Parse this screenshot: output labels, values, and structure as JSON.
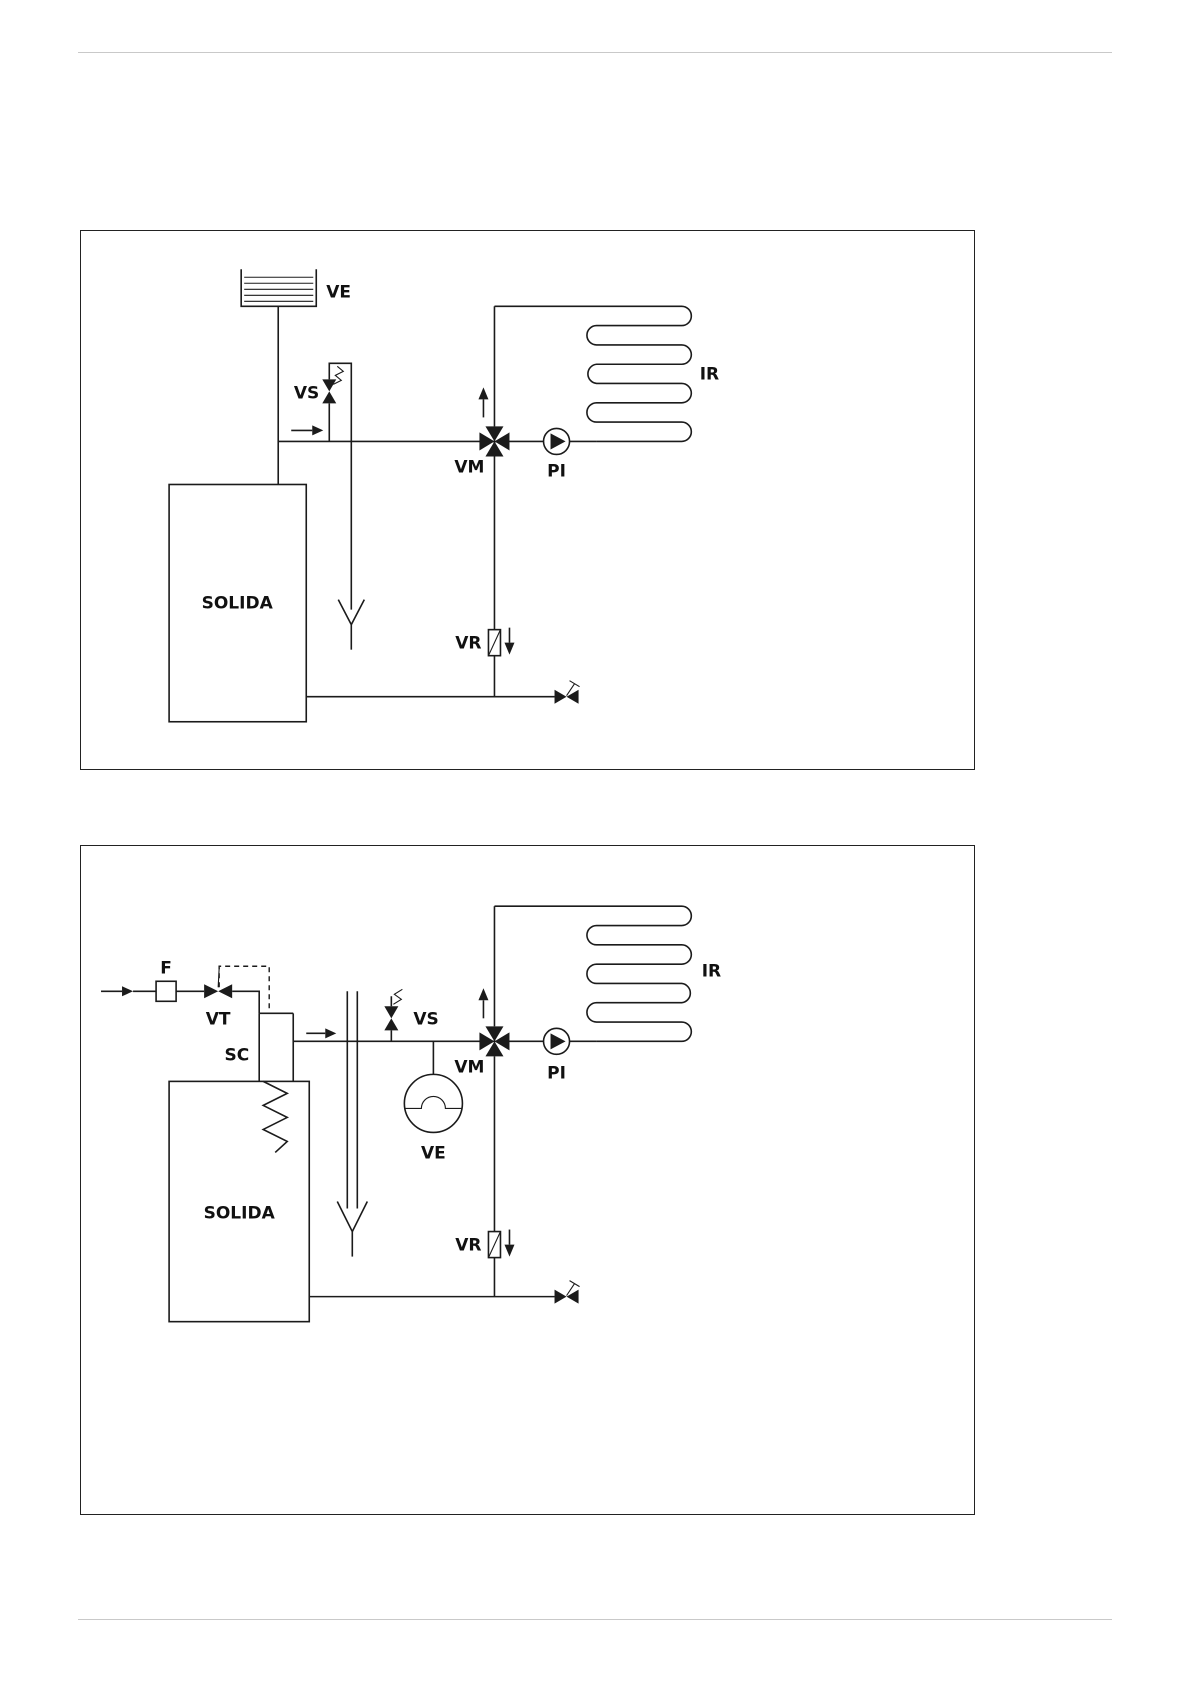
{
  "figure1": {
    "labels": {
      "ve": "VE",
      "vs": "VS",
      "vm": "VM",
      "pi": "PI",
      "ir": "IR",
      "vr": "VR",
      "boiler": "SOLIDA"
    }
  },
  "figure2": {
    "labels": {
      "f": "F",
      "vt": "VT",
      "sc": "SC",
      "vs": "VS",
      "ve": "VE",
      "vm": "VM",
      "pi": "PI",
      "ir": "IR",
      "vr": "VR",
      "boiler": "SOLIDA"
    }
  }
}
